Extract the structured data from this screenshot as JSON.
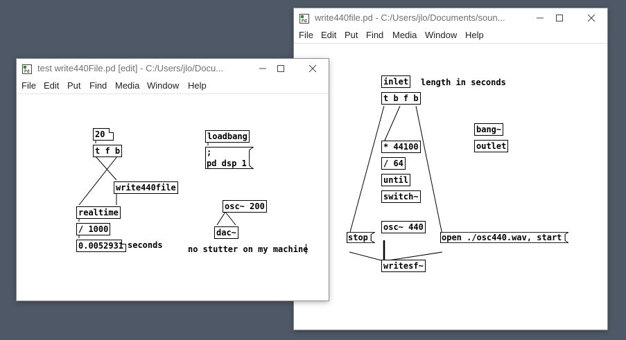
{
  "colors": {
    "desktop": "#4f5866",
    "window_bg": "#ffffff",
    "title_text": "#707070",
    "ink": "#000000"
  },
  "menu": [
    "File",
    "Edit",
    "Put",
    "Find",
    "Media",
    "Window",
    "Help"
  ],
  "window_right": {
    "title": "write440file.pd  - C:/Users/jlo/Documents/soun...",
    "boxes": {
      "inlet": "inlet",
      "length_label": "length in seconds",
      "tbfb": "t b f b",
      "mul": "* 44100",
      "div": "/ 64",
      "until": "until",
      "switch": "switch~",
      "bang": "bang~",
      "outlet": "outlet",
      "osc": "osc~ 440",
      "stop": "stop",
      "open": "open ./osc440.wav, start",
      "writesf": "writesf~"
    }
  },
  "window_left": {
    "title": "test write440File.pd  [edit] - C:/Users/jlo/Docu...",
    "boxes": {
      "num20": "20",
      "tfb": "t f b",
      "loadbang": "loadbang",
      "dsp_line1": ";",
      "dsp_line2": "pd dsp 1",
      "write440file": "write440file",
      "realtime": "realtime",
      "div1000": "/ 1000",
      "result": "0.0052931",
      "seconds": "seconds",
      "osc200": "osc~ 200",
      "dac": "dac~",
      "comment": "no stutter on my machine"
    }
  }
}
